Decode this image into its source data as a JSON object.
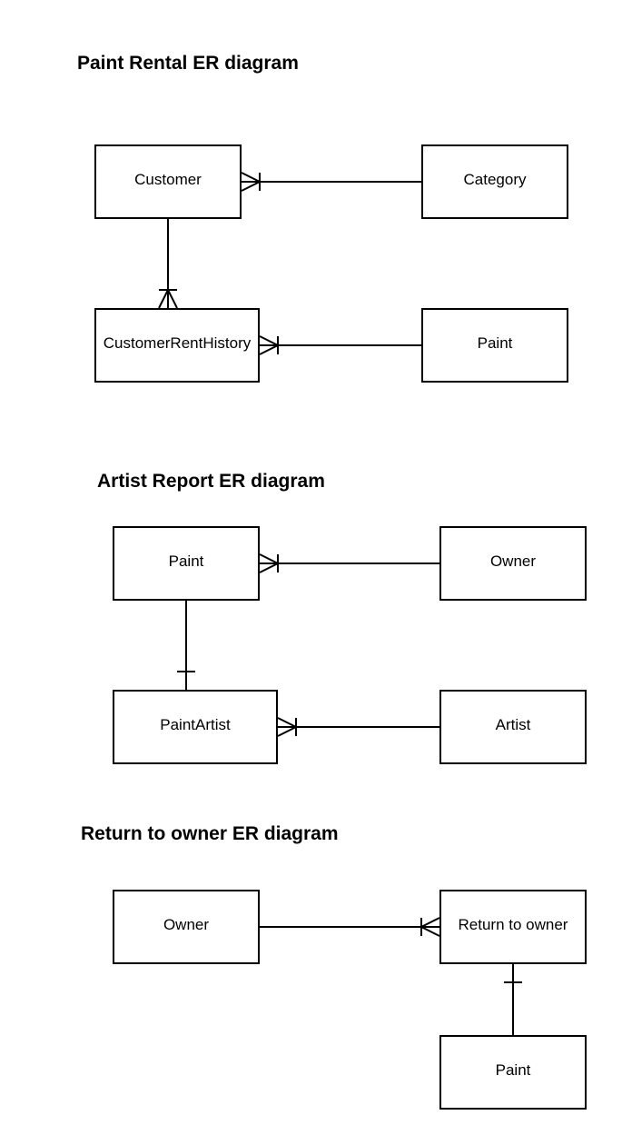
{
  "diagrams": [
    {
      "title": "Paint Rental ER diagram",
      "entities": {
        "customer": "Customer",
        "category": "Category",
        "customer_rent_history": "CustomerRentHistory",
        "paint": "Paint"
      }
    },
    {
      "title": "Artist Report ER diagram",
      "entities": {
        "paint": "Paint",
        "owner": "Owner",
        "paint_artist": "PaintArtist",
        "artist": "Artist"
      }
    },
    {
      "title": "Return to owner ER diagram",
      "entities": {
        "owner": "Owner",
        "return_to_owner": "Return to owner",
        "paint": "Paint"
      }
    }
  ]
}
